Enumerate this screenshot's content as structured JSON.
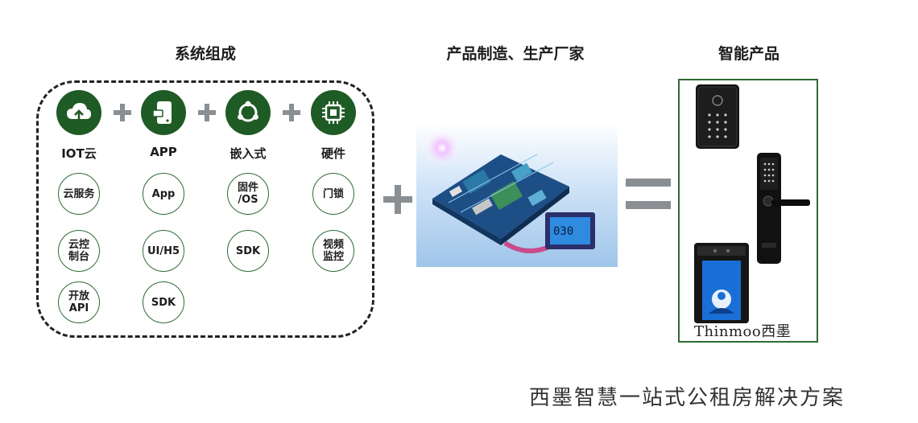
{
  "headings": {
    "system": "系统组成",
    "manufacturing": "产品制造、生产厂家",
    "products": "智能产品"
  },
  "columns": [
    {
      "label": "IOT云",
      "icon": "cloud-upload-icon",
      "items": [
        "云服务",
        "云控\n制台",
        "开放\nAPI"
      ]
    },
    {
      "label": "APP",
      "icon": "phone-app-icon",
      "items": [
        "App",
        "UI/H5",
        "SDK"
      ]
    },
    {
      "label": "嵌入式",
      "icon": "embedded-os-icon",
      "items": [
        "固件\n/OS",
        "SDK"
      ]
    },
    {
      "label": "硬件",
      "icon": "chip-icon",
      "items": [
        "门锁",
        "视频\n监控"
      ]
    }
  ],
  "brand": "Thinmoo西墨",
  "caption": "西墨智慧一站式公租房解决方案",
  "colors": {
    "accent_dark_green": "#1f5b25",
    "operator_grey": "#8a8f94"
  }
}
